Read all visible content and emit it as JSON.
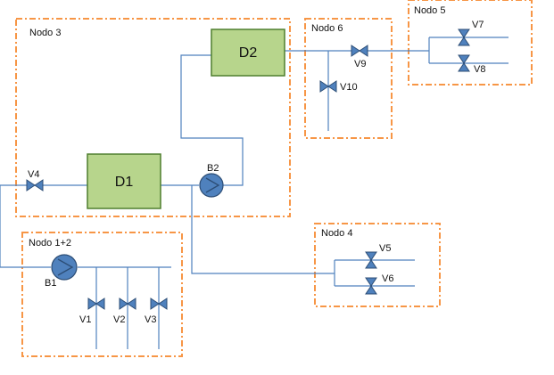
{
  "colors": {
    "pipe": "#4f81bd",
    "node_border": "#f79646",
    "tank_fill": "#b7d58c",
    "tank_stroke": "#4f7f2f",
    "valve_fill": "#4f81bd",
    "valve_stroke": "#2c4d75",
    "pump_fill": "#4f81bd",
    "pump_stroke": "#2c4d75"
  },
  "nodes": {
    "nodo3": "Nodo 3",
    "nodo6": "Nodo 6",
    "nodo5": "Nodo 5",
    "nodo4": "Nodo 4",
    "nodo12": "Nodo 1+2"
  },
  "tanks": {
    "d1": "D1",
    "d2": "D2"
  },
  "pumps": {
    "b1": "B1",
    "b2": "B2"
  },
  "valves": {
    "v1": "V1",
    "v2": "V2",
    "v3": "V3",
    "v4": "V4",
    "v5": "V5",
    "v6": "V6",
    "v7": "V7",
    "v8": "V8",
    "v9": "V9",
    "v10": "V10"
  }
}
